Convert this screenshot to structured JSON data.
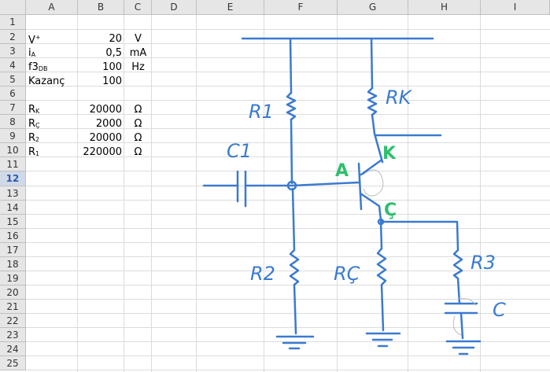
{
  "columns": [
    "A",
    "B",
    "C",
    "D",
    "E",
    "F",
    "G",
    "H",
    "I"
  ],
  "rows": [
    "1",
    "2",
    "3",
    "4",
    "5",
    "6",
    "7",
    "8",
    "9",
    "10",
    "11",
    "12",
    "13",
    "14",
    "15",
    "16",
    "17",
    "18",
    "19",
    "20",
    "21",
    "22",
    "23",
    "24",
    "25"
  ],
  "selected_row": "12",
  "cells": {
    "A2": "V",
    "A2_sup": "+",
    "B2": "20",
    "C2": "V",
    "A3": "i",
    "A3_sub": "A",
    "B3": "0,5",
    "C3": "mA",
    "A4": "f3",
    "A4_sub": "DB",
    "B4": "100",
    "C4": "Hz",
    "A5": "Kazanç",
    "B5": "100",
    "A7": "R",
    "A7_sub": "K",
    "B7": "20000",
    "C7": "Ω",
    "A8": "R",
    "A8_sub": "Ç",
    "B8": "2000",
    "C8": "Ω",
    "A9": "R",
    "A9_sub": "2",
    "B9": "20000",
    "C9": "Ω",
    "A10": "R",
    "A10_sub": "1",
    "B10": "220000",
    "C10": "Ω"
  },
  "drawing": {
    "labels": {
      "r1": "R1",
      "rk": "RK",
      "c1": "C1",
      "a": "A",
      "k": "K",
      "c_node": "Ç",
      "r2": "R2",
      "rc": "RÇ",
      "r3": "R3",
      "c": "C"
    },
    "colors": {
      "ink": "#3a7ad0",
      "green": "#2fbf6f"
    }
  }
}
